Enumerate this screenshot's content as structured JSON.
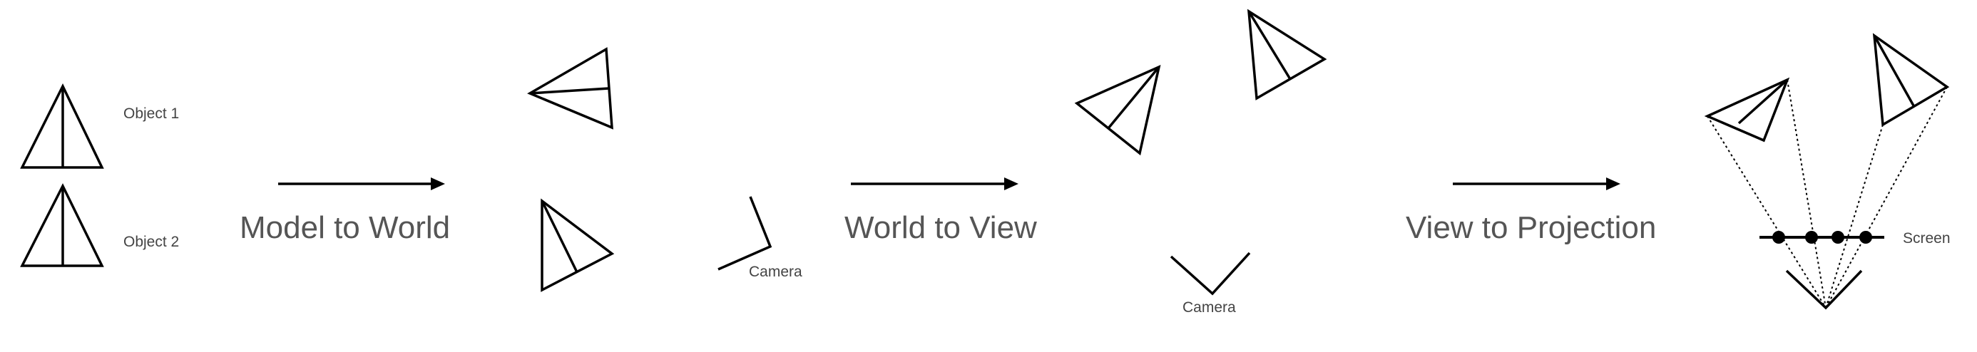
{
  "labels": {
    "object1": "Object 1",
    "object2": "Object 2",
    "model_to_world": "Model to World",
    "camera_world": "Camera",
    "world_to_view": "World to View",
    "camera_view": "Camera",
    "view_to_projection": "View to Projection",
    "screen": "Screen"
  },
  "colors": {
    "stroke": "#000000",
    "small_text": "#444444",
    "large_text": "#555555",
    "background": "#ffffff"
  }
}
